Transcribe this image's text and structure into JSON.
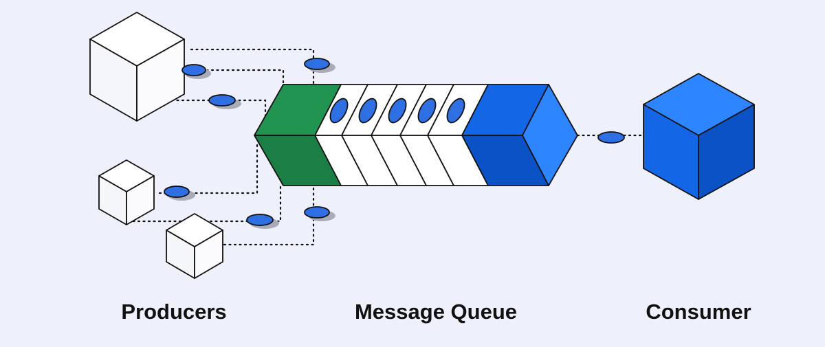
{
  "labels": {
    "producers": "Producers",
    "message_queue": "Message Queue",
    "consumer": "Consumer"
  },
  "colors": {
    "background": "#eef1fc",
    "message": "#2f6fe4",
    "message_shadow": "#a9abb8",
    "queue_head": "#219451",
    "queue_head_dark": "#1b7f45",
    "consumer_light": "#2d86ff",
    "consumer_dark": "#0b52c7",
    "outline": "#111111",
    "box_white": "#ffffff"
  },
  "diagram": {
    "producer_count": 3,
    "consumer_count": 1,
    "queued_messages": 5,
    "messages_in_transit": 7
  }
}
